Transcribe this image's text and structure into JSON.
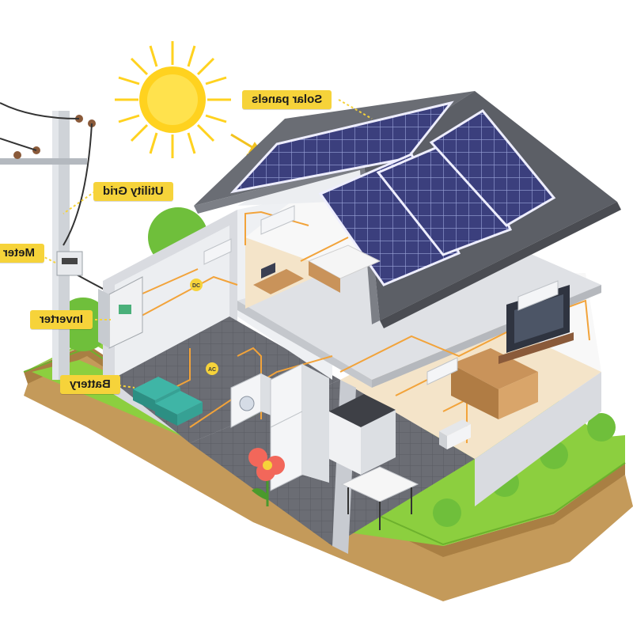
{
  "labels": {
    "solar_panels": "Solar panels",
    "utility_grid": "Utility Grid",
    "meter": "Meter",
    "inverter": "Inverter",
    "battery": "Battery"
  },
  "small_labels": {
    "dc": "DC",
    "ac": "AC"
  },
  "colors": {
    "callout": "#f6d33a",
    "wiring": "#f2a33a",
    "roof": "#5c5f66",
    "panel": "#3a3f7a",
    "grass": "#8ccf3f",
    "soil": "#c49a5a",
    "sun": "#ffd21f"
  },
  "icons": [
    "sun-icon",
    "utility-pole-icon",
    "meter-icon",
    "inverter-icon",
    "battery-icon",
    "air-conditioner-icon",
    "television-icon",
    "washing-machine-icon",
    "refrigerator-icon",
    "stove-icon",
    "microwave-icon",
    "laptop-icon",
    "flower-icon",
    "tree-icon"
  ]
}
